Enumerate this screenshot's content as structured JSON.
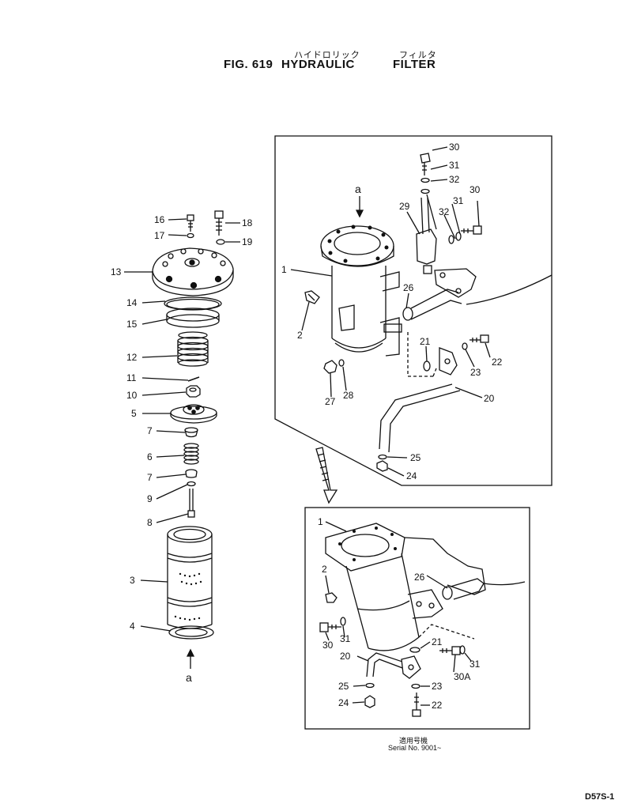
{
  "header": {
    "fig": "FIG. 619",
    "title_en_1": "HYDRAULIC",
    "title_en_2": "FILTER",
    "title_jp_1": "ハイドロリック",
    "title_jp_2": "フィルタ"
  },
  "footer": {
    "serial_jp": "適用号機",
    "serial_en": "Serial No. 9001~",
    "page_code": "D57S-1"
  },
  "left_assembly": {
    "labels": [
      "16",
      "17",
      "18",
      "19",
      "13",
      "14",
      "15",
      "12",
      "11",
      "10",
      "5",
      "7",
      "6",
      "7",
      "9",
      "8",
      "3",
      "4"
    ],
    "arrow_label": "a"
  },
  "upper_box": {
    "labels": [
      "30",
      "31",
      "32",
      "31",
      "30",
      "32",
      "29",
      "1",
      "26",
      "2",
      "21",
      "22",
      "23",
      "20",
      "28",
      "27",
      "25",
      "24"
    ],
    "arrow_label": "a"
  },
  "lower_box": {
    "labels": [
      "1",
      "2",
      "26",
      "31",
      "30",
      "21",
      "31",
      "30A",
      "20",
      "23",
      "25",
      "24",
      "22"
    ]
  }
}
